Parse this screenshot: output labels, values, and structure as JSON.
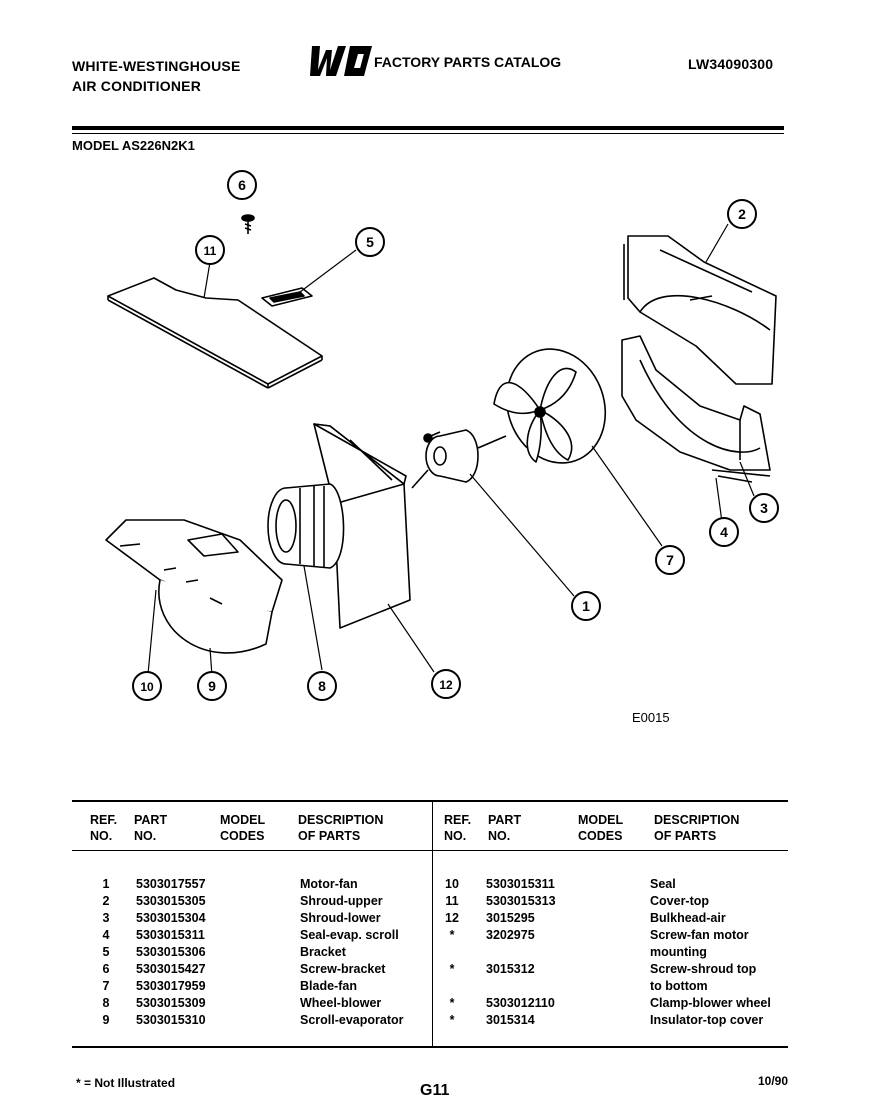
{
  "header": {
    "brand_line1": "WHITE-WESTINGHOUSE",
    "brand_line2": "AIR CONDITIONER",
    "catalog_title": "FACTORY PARTS CATALOG",
    "catalog_number": "LW34090300",
    "logo_text": "WCI",
    "model_label": "MODEL AS226N2K1"
  },
  "diagram": {
    "callouts": [
      "1",
      "2",
      "3",
      "4",
      "5",
      "6",
      "7",
      "8",
      "9",
      "10",
      "11",
      "12"
    ],
    "code": "E0015"
  },
  "parts_table": {
    "headers": {
      "ref_line1": "REF.",
      "ref_line2": "NO.",
      "part_line1": "PART",
      "part_line2": "NO.",
      "model_line1": "MODEL",
      "model_line2": "CODES",
      "desc_line1": "DESCRIPTION",
      "desc_line2": "OF PARTS"
    },
    "left_rows": [
      {
        "ref": "1",
        "part": "5303017557",
        "desc": "Motor-fan"
      },
      {
        "ref": "2",
        "part": "5303015305",
        "desc": "Shroud-upper"
      },
      {
        "ref": "3",
        "part": "5303015304",
        "desc": "Shroud-lower"
      },
      {
        "ref": "4",
        "part": "5303015311",
        "desc": "Seal-evap. scroll"
      },
      {
        "ref": "5",
        "part": "5303015306",
        "desc": "Bracket"
      },
      {
        "ref": "6",
        "part": "5303015427",
        "desc": "Screw-bracket"
      },
      {
        "ref": "7",
        "part": "5303017959",
        "desc": "Blade-fan"
      },
      {
        "ref": "8",
        "part": "5303015309",
        "desc": "Wheel-blower"
      },
      {
        "ref": "9",
        "part": "5303015310",
        "desc": "Scroll-evaporator"
      }
    ],
    "right_rows": [
      {
        "ref": "10",
        "part": "5303015311",
        "desc": "Seal"
      },
      {
        "ref": "11",
        "part": "5303015313",
        "desc": "Cover-top"
      },
      {
        "ref": "12",
        "part": "3015295",
        "desc": "Bulkhead-air"
      },
      {
        "ref": "*",
        "part": "3202975",
        "desc": "Screw-fan motor"
      },
      {
        "ref": "",
        "part": "",
        "desc": "mounting"
      },
      {
        "ref": "*",
        "part": "3015312",
        "desc": "Screw-shroud top"
      },
      {
        "ref": "",
        "part": "",
        "desc": "to bottom"
      },
      {
        "ref": "*",
        "part": "5303012110",
        "desc": "Clamp-blower wheel"
      },
      {
        "ref": "*",
        "part": "3015314",
        "desc": "Insulator-top cover"
      }
    ]
  },
  "footer": {
    "note": "* = Not Illustrated",
    "page": "G11",
    "date": "10/90"
  }
}
